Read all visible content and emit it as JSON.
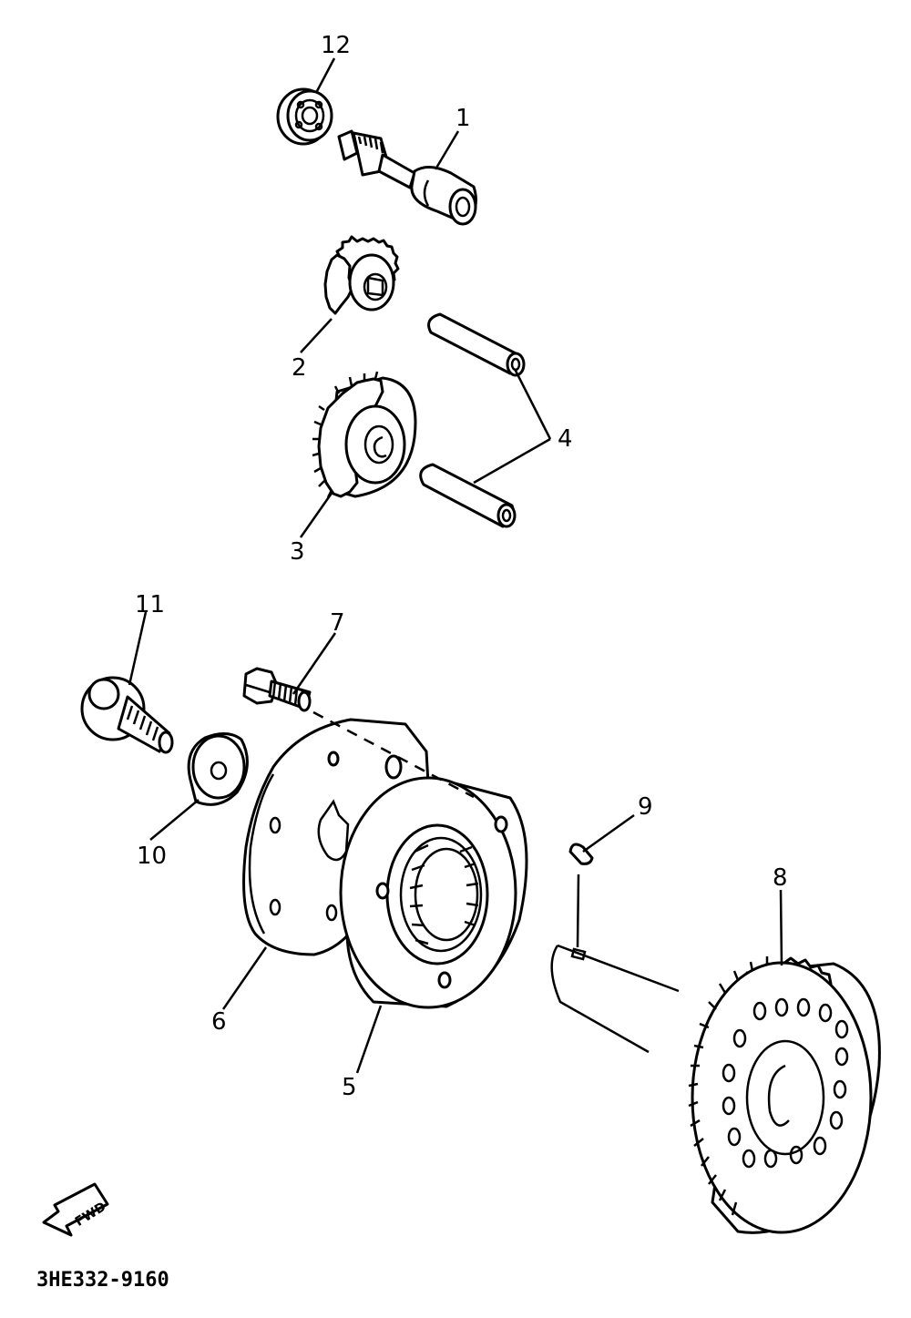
{
  "callouts": {
    "c1": "1",
    "c2": "2",
    "c3": "3",
    "c4": "4",
    "c5": "5",
    "c6": "6",
    "c7": "7",
    "c8": "8",
    "c9": "9",
    "c10": "10",
    "c11": "11",
    "c12": "12"
  },
  "fwd_label": "FWD",
  "diagram_code": "3HE332-9160"
}
